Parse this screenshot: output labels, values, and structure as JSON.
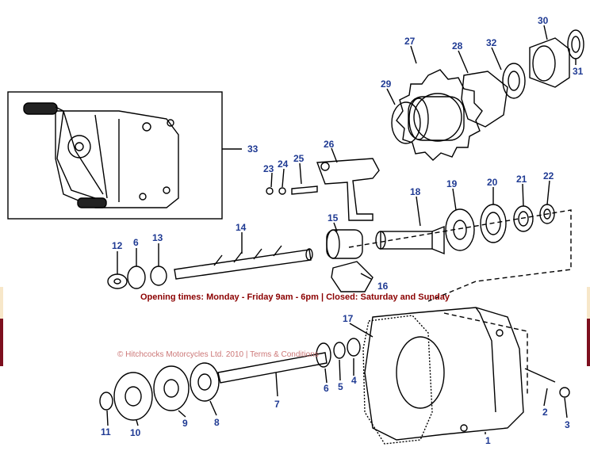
{
  "footer": {
    "opening_times": "Opening times: Monday - Friday 9am - 6pm | Closed: Saturday and Sunday",
    "copyright": "© Hitchcocks Motorcycles Ltd. 2010 | Terms & Conditions"
  },
  "colors": {
    "accent": "#8b0000",
    "label": "#1f3a93",
    "line": "#000000",
    "band": "#fdf3e6"
  },
  "labels": [
    "1",
    "2",
    "3",
    "4",
    "5",
    "6",
    "7",
    "8",
    "9",
    "10",
    "11",
    "12",
    "6",
    "13",
    "14",
    "15",
    "16",
    "17",
    "18",
    "19",
    "20",
    "21",
    "22",
    "23",
    "24",
    "25",
    "26",
    "27",
    "28",
    "29",
    "30",
    "31",
    "32",
    "33"
  ]
}
